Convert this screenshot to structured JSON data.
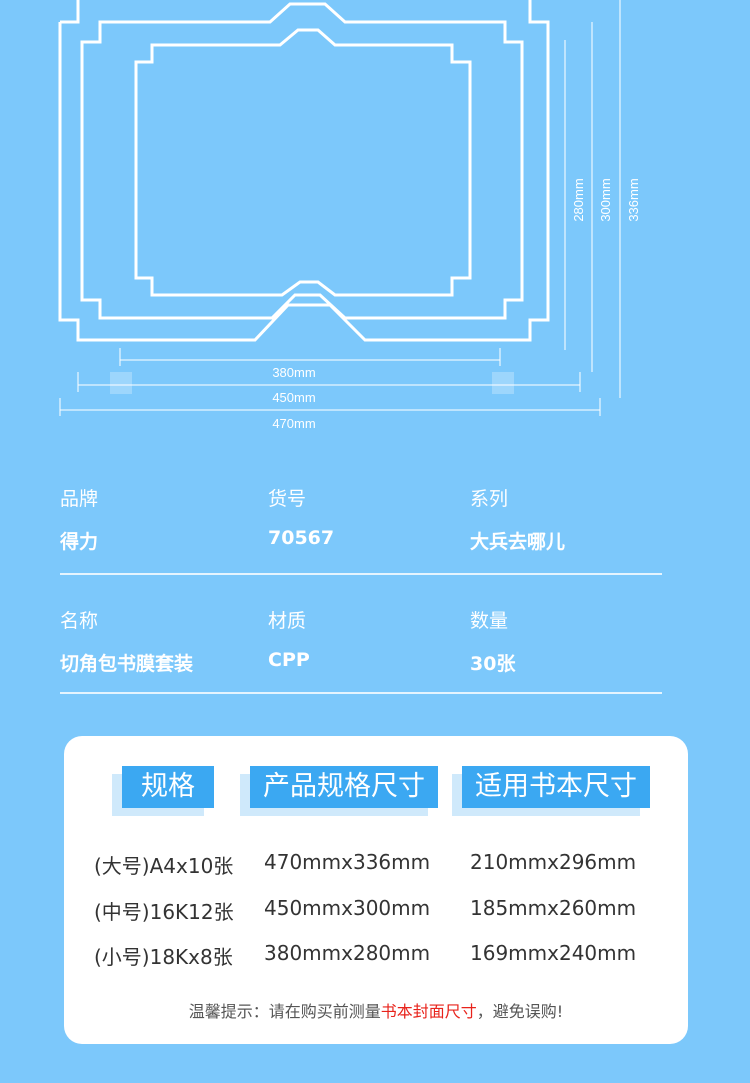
{
  "diagram": {
    "widths": [
      "380mm",
      "450mm",
      "470mm"
    ],
    "heights": [
      "280mm",
      "300mm",
      "336mm"
    ]
  },
  "info": {
    "row1": [
      {
        "label": "品牌",
        "value": "得力"
      },
      {
        "label": "货号",
        "value": "70567"
      },
      {
        "label": "系列",
        "value": "大兵去哪儿"
      }
    ],
    "row2": [
      {
        "label": "名称",
        "value": "切角包书膜套装"
      },
      {
        "label": "材质",
        "value": "CPP"
      },
      {
        "label": "数量",
        "value": "30张"
      }
    ]
  },
  "spec_table": {
    "headers": [
      "规格",
      "产品规格尺寸",
      "适用书本尺寸"
    ],
    "rows": [
      [
        "(大号)A4x10张",
        "470mmx336mm",
        "210mmx296mm"
      ],
      [
        "(中号)16K12张",
        "450mmx300mm",
        "185mmx260mm"
      ],
      [
        "(小号)18Kx8张",
        "380mmx280mm",
        "169mmx240mm"
      ]
    ],
    "tip_prefix": "温馨提示：请在购买前测量",
    "tip_highlight": "书本封面尺寸",
    "tip_suffix": "，避免误购!"
  },
  "colors": {
    "background": "#7cc8fb",
    "header_blue": "#3ba8f2",
    "highlight_red": "#e8231b"
  }
}
